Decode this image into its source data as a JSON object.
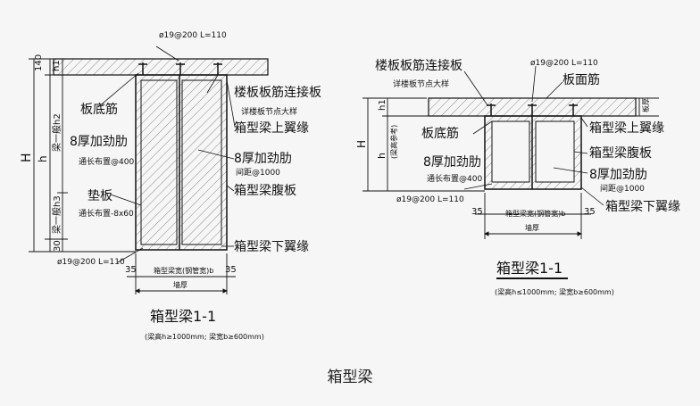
{
  "caption": "箱型梁",
  "colors": {
    "background": "#f6f6f7",
    "line": "#111111",
    "hatch": "#8a8a8a"
  },
  "left_section": {
    "top_rebar": "ø19@200  L=110",
    "bottom_rebar": "ø19@200  L=110",
    "dim_140": "140",
    "dim_h1": "h1",
    "dim_h": "H",
    "dim_h_small": "h",
    "dim_h2": "梁一般h2",
    "dim_h3": "梁一般h3",
    "dim_30": "30",
    "board_rebar": "板底筋",
    "connect_plate": "楼板板筋连接板",
    "node_detail": "详楼板节点大样",
    "upper_flange": "箱型梁上翼缘",
    "stiffener": "8厚加劲肋",
    "stiffener_pitch": "通长布置@400",
    "stiffener_spacing": "间距@1000",
    "web_plate": "箱型梁腹板",
    "shim": "垫板",
    "shim_note": "通长布置-8x60",
    "lower_flange": "箱型梁下翼缘",
    "dim_35a": "35",
    "dim_35b": "35",
    "width_label": "箱型梁宽(钢管宽)b",
    "wall_label": "墙厚",
    "title": "箱型梁1-1",
    "subtitle": "(梁高h≥1000mm; 梁宽b≥600mm)"
  },
  "right_section": {
    "connect_plate": "楼板板筋连接板",
    "top_rebar": "ø19@200  L=110",
    "node_detail": "详楼板节点大样",
    "slab_face_rebar": "板面筋",
    "dim_h1": "h1",
    "dim_h": "H",
    "dim_h_small": "h",
    "dim_side": "(梁高参考)",
    "board_rebar": "板底筋",
    "upper_flange": "箱型梁上翼缘",
    "web_plate": "箱型梁腹板",
    "stiffener": "8厚加劲肋",
    "stiffener_pitch": "通长布置@400",
    "stiffener_spacing": "间距@1000",
    "bottom_rebar": "ø19@200  L=110",
    "lower_flange": "箱型梁下翼缘",
    "slab_side": "板厚",
    "dim_35a": "35",
    "dim_35b": "35",
    "width_label": "箱型梁宽(钢管宽)b",
    "wall_label": "墙厚",
    "title": "箱型梁1-1",
    "subtitle": "(梁高h≤1000mm; 梁宽b≥600mm)"
  }
}
